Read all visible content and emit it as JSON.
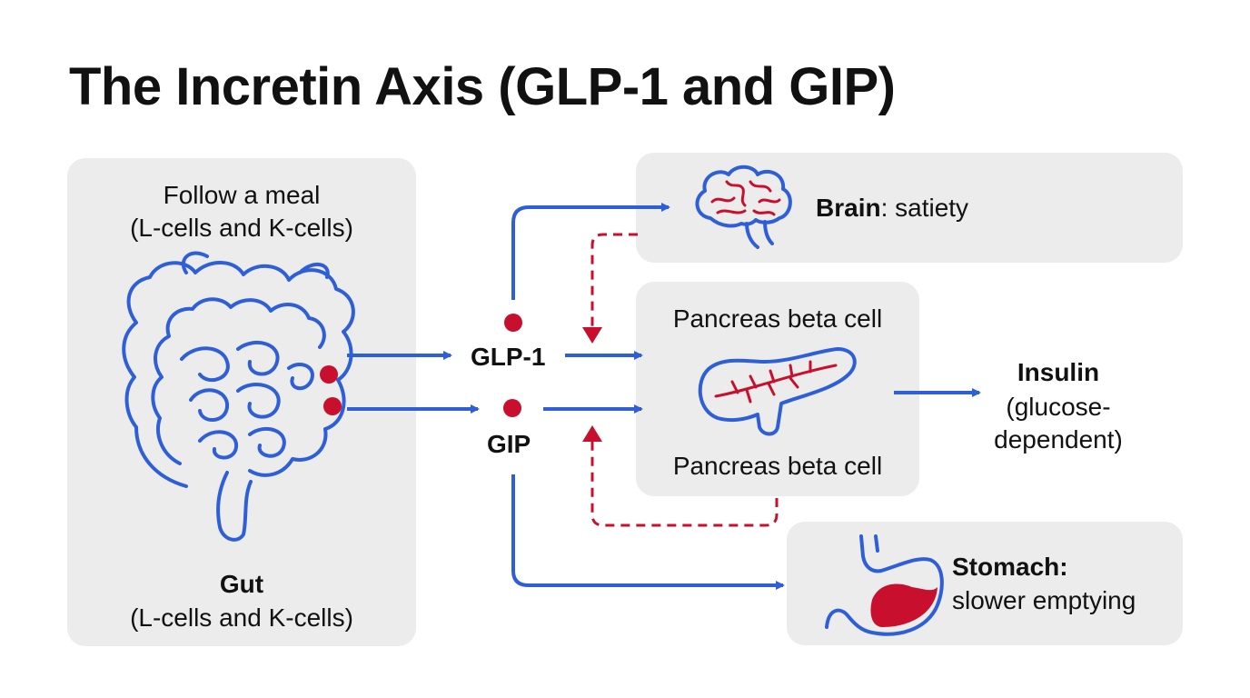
{
  "title": "The Incretin Axis (GLP-1 and GIP)",
  "gut": {
    "top_line1": "Follow a meal",
    "top_line2": "(L-cells and K-cells)",
    "label": "Gut",
    "sublabel": "(L-cells and K-cells)",
    "icon": "intestine-icon"
  },
  "hormones": {
    "glp1": "GLP-1",
    "gip": "GIP"
  },
  "brain": {
    "label": "Brain",
    "effect": ": satiety",
    "icon": "brain-icon"
  },
  "pancreas": {
    "top_label": "Pancreas beta cell",
    "bottom_label": "Pancreas beta cell",
    "icon": "pancreas-icon"
  },
  "insulin": {
    "label": "Insulin",
    "line2": "(glucose-",
    "line3": "dependent)"
  },
  "stomach": {
    "label": "Stomach:",
    "effect": "slower emptying",
    "icon": "stomach-icon"
  },
  "colors": {
    "blue": "#2f5fd6",
    "red": "#c8102e",
    "panel": "#ececec"
  }
}
